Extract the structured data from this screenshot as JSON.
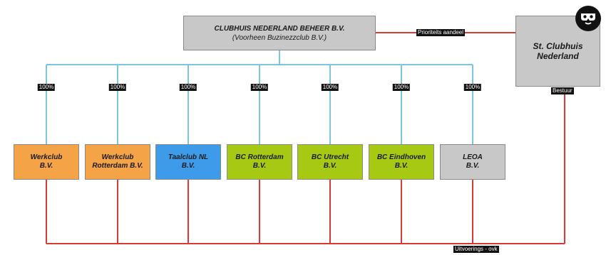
{
  "parent": {
    "name": "CLUBHUIS NEDERLAND BEHEER B.V.",
    "subtitle": "(Voorheen Buzinezzclub B.V.)"
  },
  "stichting": {
    "line1": "St. Clubhuis",
    "line2": "Nederland"
  },
  "labels": {
    "prioriteits": "Prioriteits aandeel",
    "bestuur": "Bestuur",
    "uitvoerings": "Uitvoerings - ovk"
  },
  "ownership_label": "100%",
  "subsidiaries": [
    {
      "line1": "Werkclub",
      "line2": "B.V.",
      "color": "#f5a347"
    },
    {
      "line1": "Werkclub",
      "line2": "Rotterdam B.V.",
      "color": "#f5a347"
    },
    {
      "line1": "Taalclub NL",
      "line2": "B.V.",
      "color": "#3d9be9"
    },
    {
      "line1": "BC Rotterdam",
      "line2": "B.V.",
      "color": "#a8c914"
    },
    {
      "line1": "BC Utrecht",
      "line2": "B.V.",
      "color": "#a8c914"
    },
    {
      "line1": "BC Eindhoven",
      "line2": "B.V.",
      "color": "#a8c914"
    },
    {
      "line1": "LEOA",
      "line2": "B.V.",
      "color": "#c8c8c8"
    }
  ],
  "colors": {
    "ownership_line": "#7cc6dd",
    "control_line": "#d93a36",
    "box_gray": "#c8c8c8"
  },
  "logo_icon": "mask-icon"
}
